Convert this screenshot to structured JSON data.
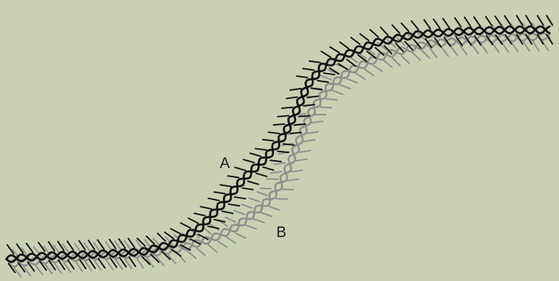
{
  "figure": {
    "background_color": "#c9d1b2",
    "curves": [
      {
        "id": "A",
        "label": "A",
        "color": "#111111"
      },
      {
        "id": "B",
        "label": "B",
        "color": "#8e8e8e"
      }
    ]
  }
}
